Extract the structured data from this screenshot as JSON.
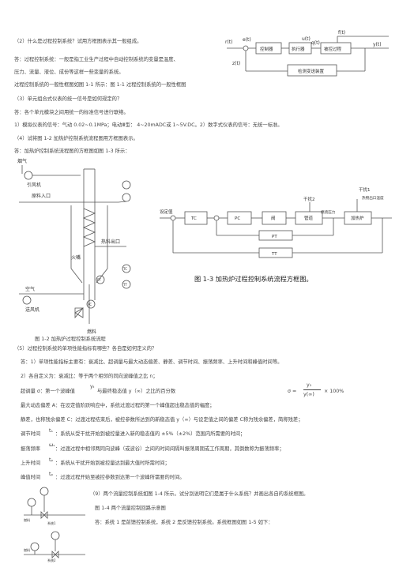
{
  "lines": {
    "q2": "（2）什么是过程控制系统？试用方框图表示其一般组成。",
    "a2a": "答：过程控制系统：一般是指工业生产过程中自动控制系统的变量是温度、",
    "a2b": "压力、流量、液位、成份等这样一些变量的系统。",
    "a2c": "过程控制系统的一般性框图如图    1-1 所示：图  1-1  过程控制系统的一般性框图",
    "q3": "（3）单元组合式仪表的统一信号是如何规定的？",
    "a3a": "答：各个单元模块之间用统一的标准信号进行联络。",
    "a3b": "1）模拟仪表的信号：气动    0.02~0.1MPa；电动Ⅲ型：   4~20mADC或 1~5V.DC。2）数字式仪表的信号：无统一标准。",
    "q4": "（4）试将图  1-2 加热炉控制系统流程图用方框图表示。",
    "a4": "答：加热炉控制系统流程图的方框图如图       1-3 所示：",
    "fig12": "图 1-2  加热炉过程控制系统流程",
    "q5": "（5）过程控制系统的单项性能指标有哪些？各自是如何定义的？",
    "a5a": "答：1）单项性能指标主要有：衰减比、超调量与最大动态偏差、静差、调节时间、振荡频率、上升时间和峰值时间等。",
    "a5b": "2）各自定义为：衰减比：等于两个相邻的同向波峰值之比          n；",
    "a5c1": "超调量  σ：第一个波峰值",
    "a5c2": "与最终稳态值   y（∞）之比的百分数",
    "a5d": "最大动态偏差   A：在设定值阶跃响应中，系统过渡过程的第一个峰值超出稳态值的幅度；",
    "a5e": "静差，也称残余偏差    C：过渡过程结束后，被控参数所达到的新稳态值      y（∞）与设定值之间的偏差     C称为残余偏差，简称残差；",
    "a5f1": "调节时间",
    "a5f2": "：系统从受干扰开始到被控量进入新的稳态值的          ±5%（±2%）范围内所需要的时间；",
    "a5g1": "振荡频率",
    "a5g2": "：过渡过程中相邻两同向波峰（或波谷）之间的时间间隔叫振荡周期或工作周期，其倒数称为振荡频率；",
    "a5h1": "上升时间",
    "a5h2": "：系统从干扰开始到被控量达到最大值时所需时间；",
    "a5i1": "峰值时间",
    "a5i2": "：过渡过程开始至被控参数到达第一个波峰所需要的时间。",
    "q9": "（9）两个流量控制系统如图     1-4 所示。试分别说明它们是属于什么系统？并画出各自的系统框图。",
    "fig14": "图 1-4 两个流量控制回路示意图",
    "a9": "答：系统  1 是前馈控制系统，系统    2 是反馈控制系统。系统框图如图     1-5 如下："
  },
  "sym": {
    "yt": "yₜ",
    "ts": "tₛ",
    "omega": "ωₛ",
    "tr": "tₚ",
    "tp": "tₚ",
    "sigma": "σ =",
    "frac_top": "y₁",
    "frac_bot": "y(∞)",
    "pct": "× 100%"
  },
  "fig11": {
    "r": "r(t)",
    "e": "e(t)",
    "u": "u(t)",
    "q": "q(t)",
    "f": "f(t)",
    "y": "y(t)",
    "z": "z(t)",
    "controller": "控制器",
    "actuator": "执行器",
    "process": "被控过程",
    "sensor": "检测变送装置"
  },
  "fig12d": {
    "smoke": "烟气",
    "fan": "引风机",
    "fuel_in": "原料入口",
    "outlet": "热料出口",
    "flame": "火嘴",
    "air": "空气",
    "blower": "送风机",
    "fuel": "燃料",
    "TC": "TC",
    "PC": "PC",
    "TT": "TT",
    "PT": "PT"
  },
  "fig13": {
    "setpoint": "设定值",
    "TC": "TC",
    "PC": "PC",
    "valve": "阀",
    "pipe": "管道",
    "d2": "干扰2",
    "d1": "干扰1",
    "pressure": "燃烧压力",
    "furnace": "加热炉",
    "outtemp": "热物出口温度",
    "PT": "PT",
    "TT": "TT",
    "caption": "图 1-3  加热炉过程控制系统流程方框图。"
  },
  "fig14d": {
    "fuel1": "燃料",
    "fuel2": "燃料",
    "label1": "系统1",
    "label2": "系统2"
  }
}
